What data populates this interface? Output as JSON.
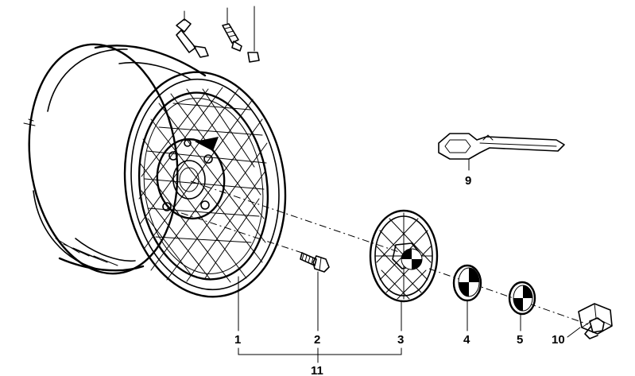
{
  "callouts": {
    "c1": "1",
    "c2": "2",
    "c3": "3",
    "c4": "4",
    "c5": "5",
    "c9": "9",
    "c10": "10",
    "c11": "11"
  },
  "parts": [
    {
      "id": "wheel-rim-icon"
    },
    {
      "id": "wheel-bolt-icon"
    },
    {
      "id": "hub-cap-icon"
    },
    {
      "id": "emblem-badge-icon"
    },
    {
      "id": "emblem-badge-small-icon"
    },
    {
      "id": "wheel-nut-icon"
    },
    {
      "id": "wrench-tool-icon"
    },
    {
      "id": "valve-stem-icon"
    }
  ],
  "colors": {
    "line": "#000000",
    "background": "#ffffff"
  }
}
